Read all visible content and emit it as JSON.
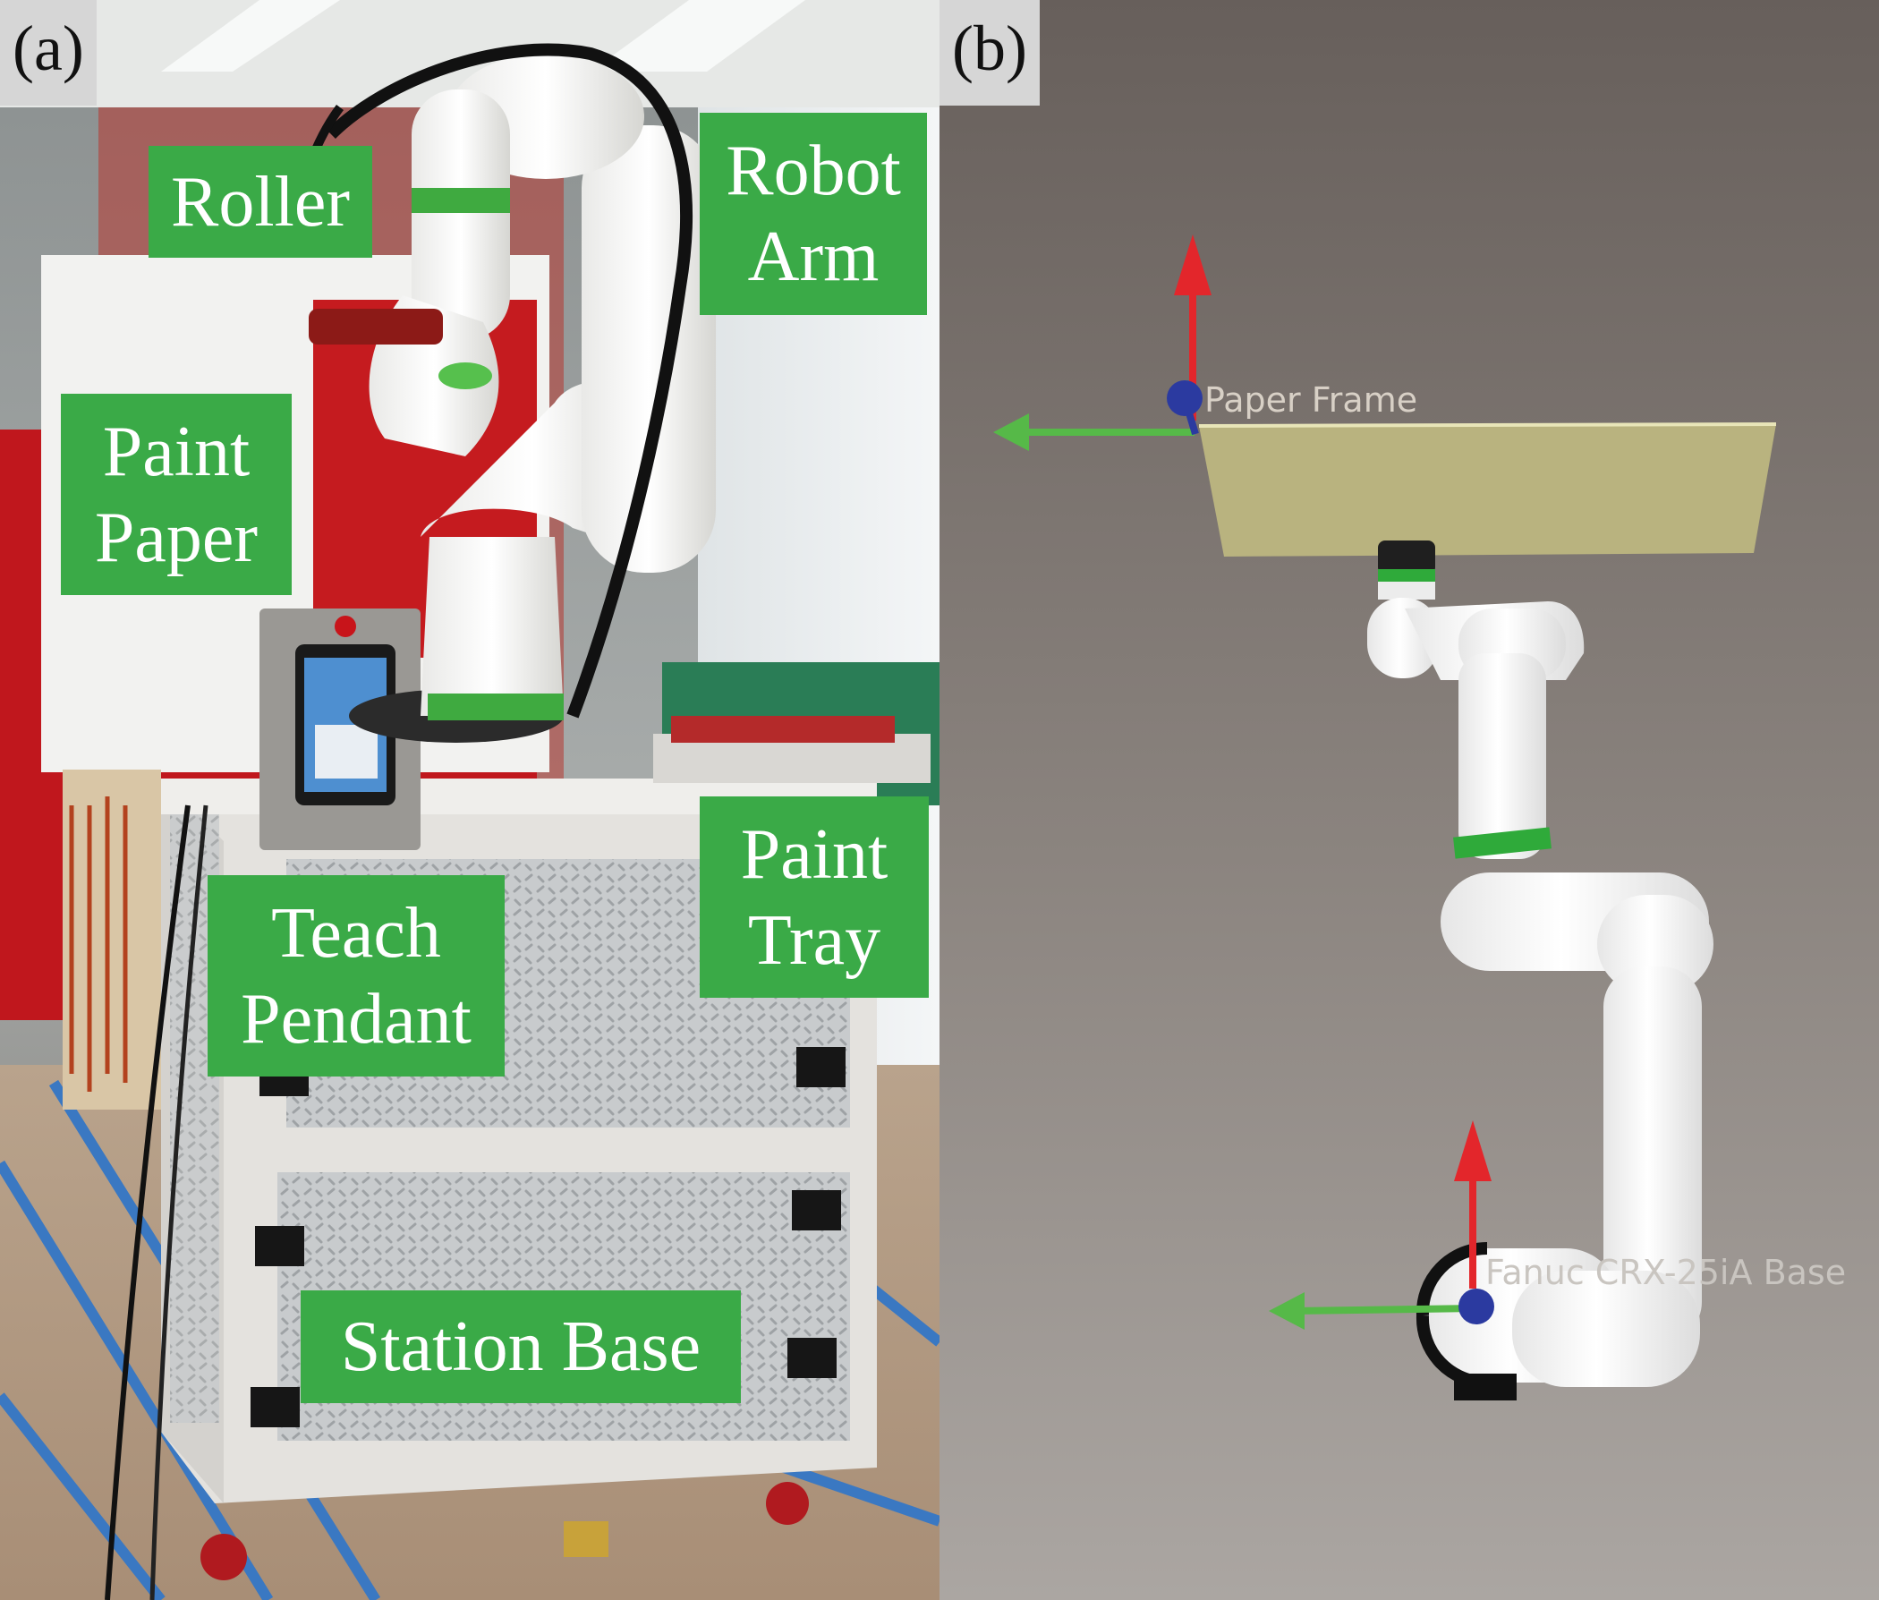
{
  "panel_a": {
    "tag": "(a)",
    "callouts": {
      "roller": [
        "Roller"
      ],
      "robot_arm": [
        "Robot",
        "Arm"
      ],
      "paint_paper": [
        "Paint",
        "Paper"
      ],
      "paint_tray": [
        "Paint",
        "Tray"
      ],
      "teach_pendant": [
        "Teach",
        "Pendant"
      ],
      "station_base": [
        "Station Base"
      ]
    },
    "callout_color": "#3aaa47"
  },
  "panel_b": {
    "tag": "(b)",
    "frames": {
      "paper_frame": "Paper Frame",
      "robot_base": "Fanuc CRX-25iA Base"
    },
    "axis_colors": {
      "z": "#e3262b",
      "y": "#56b948",
      "x": "#2b3aa0"
    }
  }
}
